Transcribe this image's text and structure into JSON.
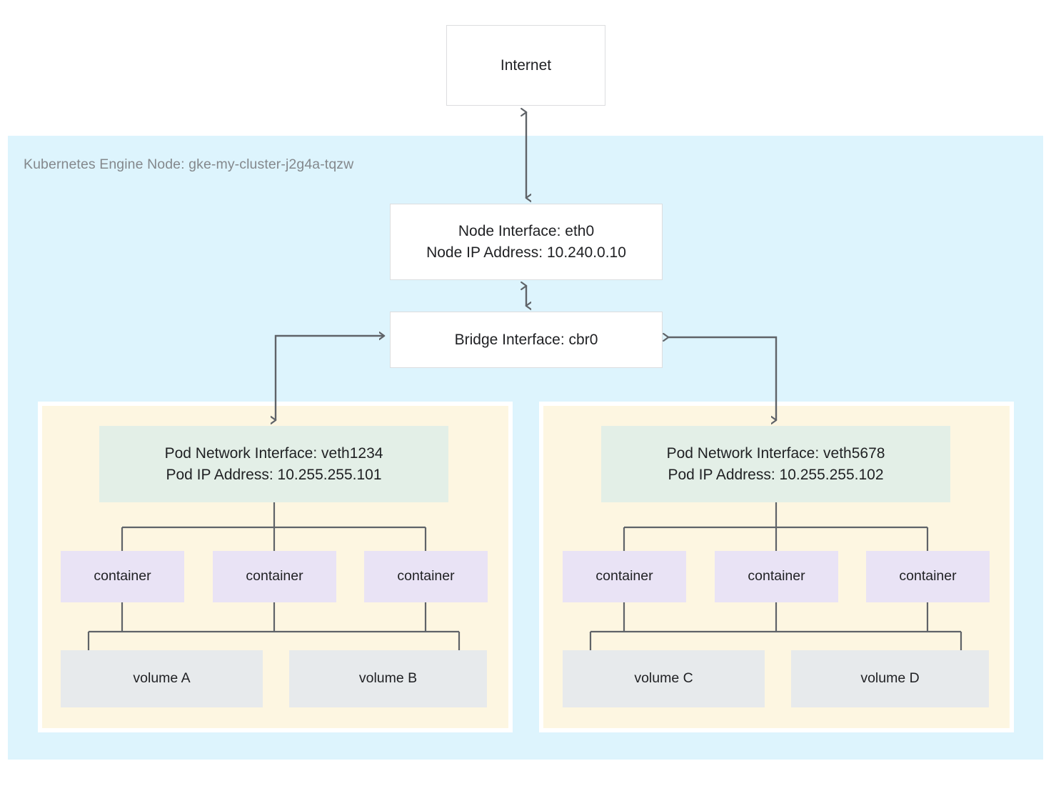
{
  "diagram": {
    "title_text": "Kubernetes Engine Node: gke-my-cluster-j2g4a-tqzw",
    "colors": {
      "node_region_bg": "#ddf4fd",
      "pod_region_bg": "#fdf6e1",
      "pod_interface_bg": "#e3efe7",
      "container_bg": "#e9e3f5",
      "volume_bg": "#e7eaec",
      "plain_box_bg": "#ffffff",
      "plain_box_border": "#dcdddf",
      "connector_stroke": "#5f6368",
      "label_text": "#84888c",
      "body_text": "#1f2023",
      "page_bg": "#ffffff"
    }
  },
  "internet": {
    "label": "Internet"
  },
  "node": {
    "label": "Kubernetes Engine Node: gke-my-cluster-j2g4a-tqzw",
    "interface": {
      "line1": "Node Interface: eth0",
      "line2": "Node IP Address: 10.240.0.10",
      "text": "Node Interface: eth0\nNode IP Address: 10.240.0.10"
    },
    "bridge": {
      "label": "Bridge Interface: cbr0"
    }
  },
  "pods": [
    {
      "id": "pod-left",
      "interface_line1": "Pod Network Interface: veth1234",
      "interface_line2": "Pod IP Address: 10.255.255.101",
      "interface_text": "Pod Network Interface: veth1234\nPod IP Address: 10.255.255.101",
      "containers": [
        {
          "label": "container"
        },
        {
          "label": "container"
        },
        {
          "label": "container"
        }
      ],
      "volumes": [
        {
          "label": "volume A"
        },
        {
          "label": "volume B"
        }
      ]
    },
    {
      "id": "pod-right",
      "interface_line1": "Pod Network Interface: veth5678",
      "interface_line2": "Pod IP Address: 10.255.255.102",
      "interface_text": "Pod Network Interface: veth5678\nPod IP Address: 10.255.255.102",
      "containers": [
        {
          "label": "container"
        },
        {
          "label": "container"
        },
        {
          "label": "container"
        }
      ],
      "volumes": [
        {
          "label": "volume C"
        },
        {
          "label": "volume D"
        }
      ]
    }
  ]
}
